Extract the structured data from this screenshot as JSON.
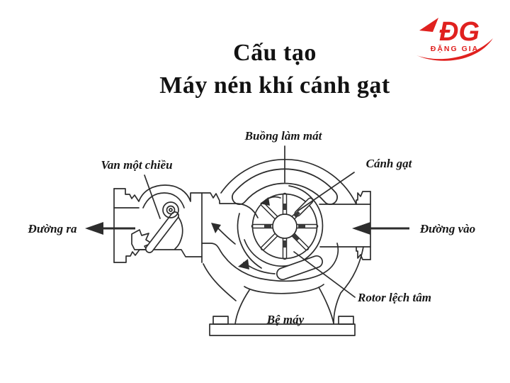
{
  "page": {
    "background": "#ffffff"
  },
  "title": {
    "line1": "Cấu tạo",
    "line2": "Máy nén khí cánh gạt"
  },
  "logo": {
    "monogram": "ĐG",
    "wordmark": "ĐẶNG GIA",
    "color": "#e0211f"
  },
  "diagram": {
    "line_color": "#2d2d2d",
    "labels": {
      "cooling_chamber": "Buồng làm mát",
      "vane": "Cánh gạt",
      "check_valve": "Van một chiều",
      "outlet": "Đường ra",
      "inlet": "Đường vào",
      "eccentric_rotor": "Rotor lệch tâm",
      "machine_base": "Bệ máy"
    }
  }
}
